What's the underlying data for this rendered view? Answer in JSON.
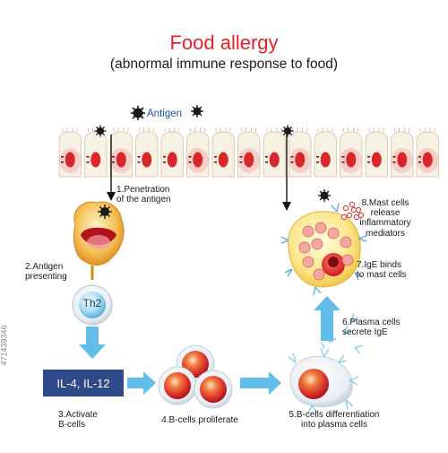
{
  "title": "Food allergy",
  "subtitle": "(abnormal immune response to food)",
  "antigen_label": "Antigen",
  "steps": {
    "s1": [
      "1.Penetration",
      "of the antigen"
    ],
    "s2": [
      "2.Antigen",
      "presenting"
    ],
    "s3": [
      "3.Activate",
      "B-cells"
    ],
    "s4": [
      "4.B-cells proliferate"
    ],
    "s5": [
      "5.B-cells differentiation",
      "into plasma cells"
    ],
    "s6": [
      "6.Plasma cells",
      "secrete IgE"
    ],
    "s7": [
      "7.IgE binds",
      "to mast cells"
    ],
    "s8": [
      "8.Mast cells",
      "release",
      "inflammatory",
      "mediators"
    ]
  },
  "cell_labels": {
    "th2": "Th2",
    "cytokines": "IL-4, IL-12"
  },
  "stock_id": "471439346",
  "icons": [
    "antigen-icon",
    "epithelial-cell-icon",
    "antigen-presenting-cell-icon",
    "th2-cell-icon",
    "b-cell-icon",
    "plasma-cell-icon",
    "mast-cell-icon",
    "arrow-icon"
  ],
  "colors": {
    "title": "#e8202a",
    "antigen_text": "#1f4fa8",
    "arrow": "#62bde8",
    "cytokine_box": "#2e4a88",
    "epithelium": "#f7f1e4",
    "nucleus": "#d9262a"
  }
}
